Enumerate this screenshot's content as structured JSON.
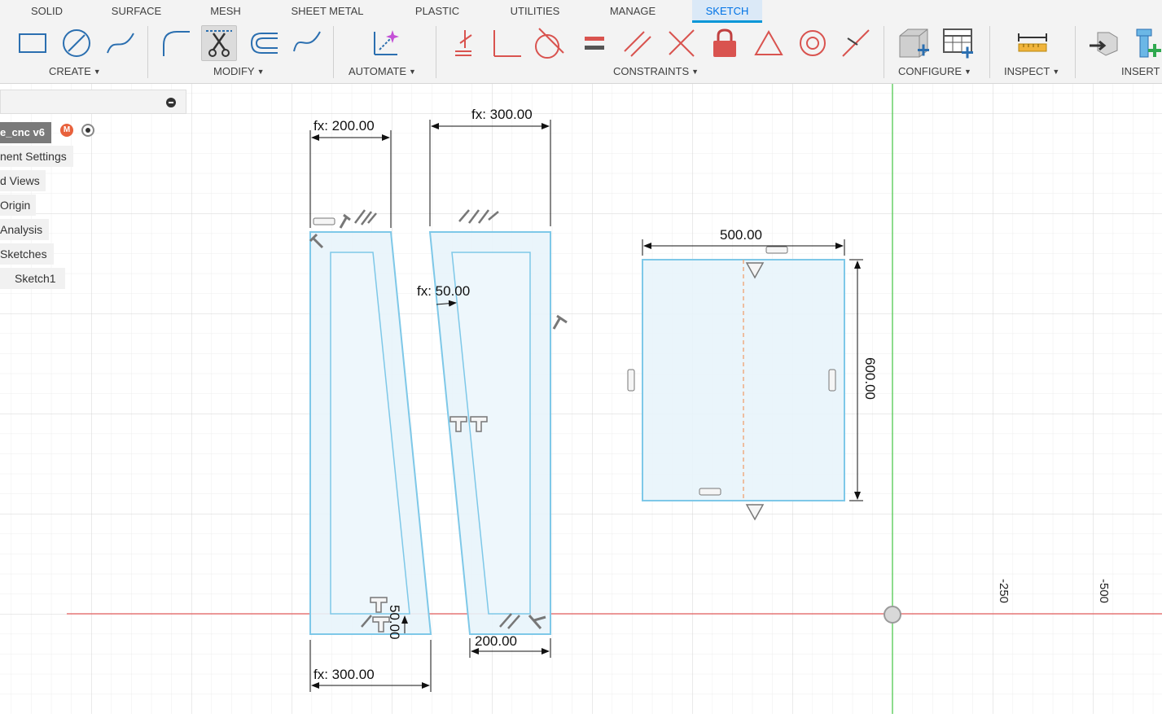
{
  "tabs": [
    "SOLID",
    "SURFACE",
    "MESH",
    "SHEET METAL",
    "PLASTIC",
    "UTILITIES",
    "MANAGE",
    "SKETCH"
  ],
  "active_tab": "SKETCH",
  "groups": {
    "create": "CREATE",
    "modify": "MODIFY",
    "automate": "AUTOMATE",
    "constraints": "CONSTRAINTS",
    "configure": "CONFIGURE",
    "inspect": "INSPECT",
    "insert": "INSERT"
  },
  "tools": {
    "create": [
      "rectangle-icon",
      "circle-icon",
      "spline-icon"
    ],
    "modify": [
      "fillet-icon",
      "trim-icon",
      "offset-icon",
      "spline-edit-icon"
    ],
    "automate": [
      "automate-icon"
    ],
    "constraints": [
      "coincident-icon",
      "perpendicular-icon",
      "tangent-icon",
      "equal-icon",
      "parallel-icon",
      "intersect-icon",
      "fix-icon",
      "triangle-icon",
      "concentric-icon",
      "midpoint-icon"
    ],
    "configure": [
      "configure-box-icon",
      "configure-table-icon"
    ],
    "inspect": [
      "measure-icon"
    ],
    "insert": [
      "insert-derive-icon",
      "insert-add-icon"
    ]
  },
  "colors": {
    "accent": "#0696d7",
    "sketch_line": "#7ec8e8",
    "sketch_fill": "#e8f4fb",
    "x_axis": "#e05a5a",
    "y_axis": "#50c850",
    "constraint_red": "#d9534f"
  },
  "browser": {
    "root": "e_cnc v6",
    "items": [
      "nent Settings",
      "d Views",
      "Origin",
      "Analysis",
      "Sketches",
      "Sketch1"
    ]
  },
  "dimensions": {
    "left_top_width": "fx: 200.00",
    "left_bottom_width": "fx: 300.00",
    "left_bottom_height": "50.00",
    "mid_top_width": "fx: 300.00",
    "mid_offset": "fx: 50.00",
    "mid_bottom_width": "200.00",
    "rect_width": "500.00",
    "rect_height": "600.00"
  },
  "axis_labels": [
    "-250",
    "-500"
  ]
}
